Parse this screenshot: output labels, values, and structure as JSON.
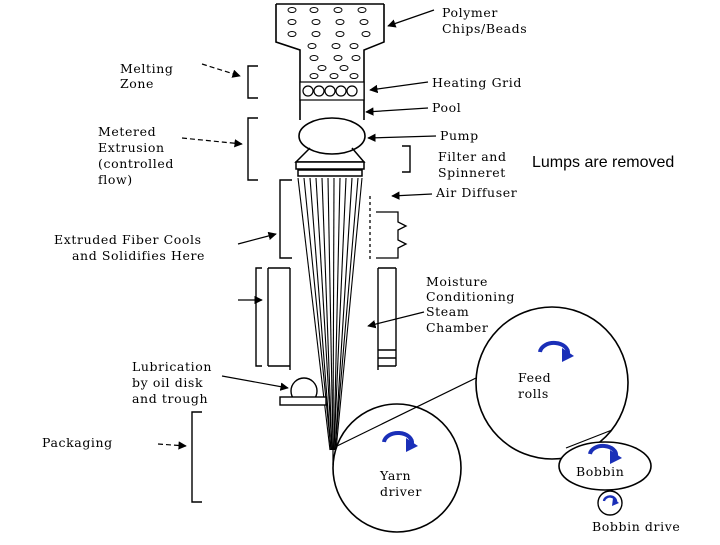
{
  "labels": {
    "polymer": [
      "Polymer",
      "Chips/Beads"
    ],
    "melting_zone": [
      "Melting",
      "Zone"
    ],
    "heating_grid": "Heating Grid",
    "pool": "Pool",
    "metered_extrusion": [
      "Metered",
      "Extrusion",
      "(controlled",
      "flow)"
    ],
    "pump": "Pump",
    "filter_spinneret": [
      "Filter and",
      "Spinneret"
    ],
    "air_diffuser": "Air Diffuser",
    "fiber_cools": [
      "Extruded Fiber Cools",
      "and Solidifies Here"
    ],
    "moisture": [
      "Moisture",
      "Conditioning",
      "Steam",
      "Chamber"
    ],
    "lubrication": [
      "Lubrication",
      "by oil disk",
      "and trough"
    ],
    "packaging": "Packaging",
    "feed_rolls": [
      "Feed",
      "rolls"
    ],
    "yarn_driver": [
      "Yarn",
      "driver"
    ],
    "bobbin": "Bobbin",
    "bobbin_drive": "Bobbin drive"
  },
  "callout": "Lumps are removed",
  "colors": {
    "rotation_arrow": "#1a2fb8",
    "line": "#000000"
  },
  "icons": {
    "rotation": "rotation-arrow-icon"
  }
}
